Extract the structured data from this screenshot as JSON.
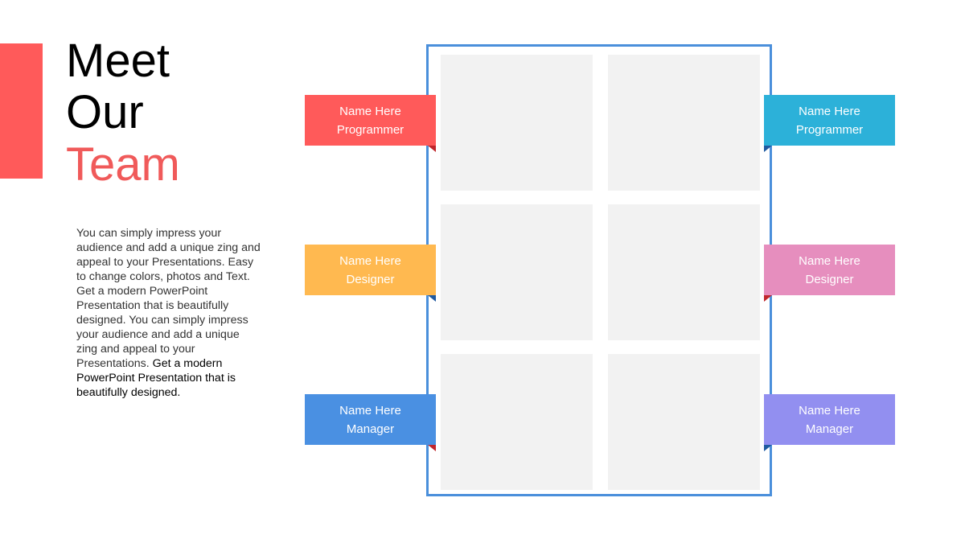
{
  "title": {
    "line1": "Meet",
    "line2": "Our",
    "line3": "Team"
  },
  "description": {
    "part1": "You can simply impress your audience and add a unique zing and appeal to your Presentations. Easy to change colors, photos and Text.  Get a modern PowerPoint  Presentation that is beautifully designed. You can simply impress your audience and add a unique zing and appeal to your Presentations.",
    "part2": "Get a modern PowerPoint Presentation that is beautifully designed."
  },
  "members": [
    {
      "name": "Name Here",
      "role": "Programmer",
      "color": "#ff5a5a"
    },
    {
      "name": "Name Here",
      "role": "Designer",
      "color": "#ffb950"
    },
    {
      "name": "Name Here",
      "role": "Manager",
      "color": "#4a90e2"
    },
    {
      "name": "Name Here",
      "role": "Programmer",
      "color": "#2cb1d9"
    },
    {
      "name": "Name Here",
      "role": "Designer",
      "color": "#e68ebe"
    },
    {
      "name": "Name Here",
      "role": "Manager",
      "color": "#928ff0"
    }
  ],
  "colors": {
    "accent": "#ff5a5a",
    "title_highlight": "#f05a5a",
    "frame": "#4a8fdb",
    "photo_placeholder": "#f2f2f2"
  }
}
